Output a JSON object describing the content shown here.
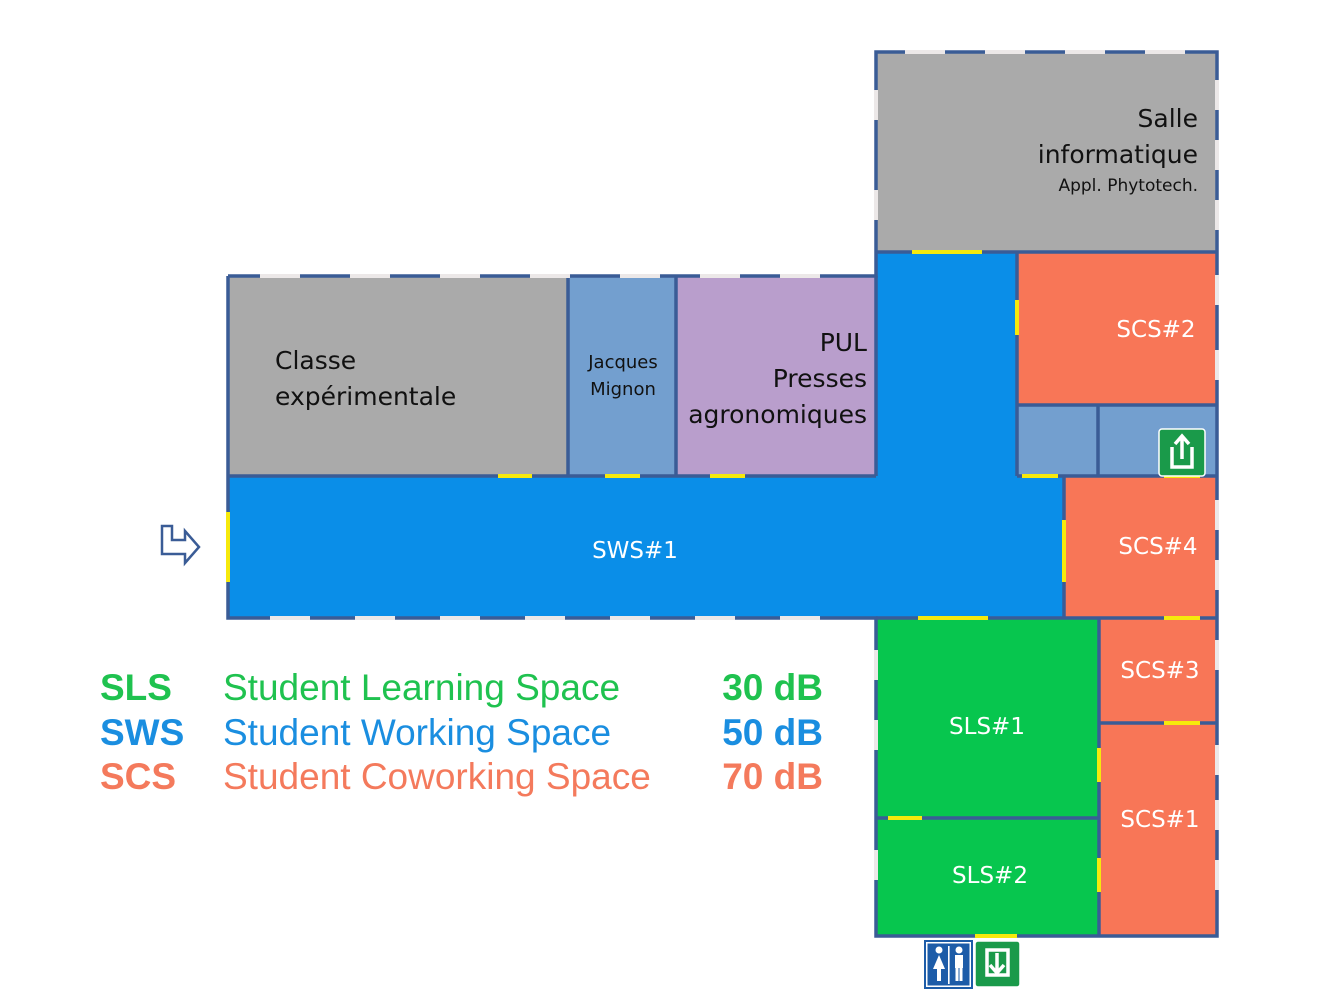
{
  "colors": {
    "wall": "#3a5c96",
    "window": "#ece8e8",
    "door": "#f6e90c",
    "gray_room": "#aaaaaa",
    "office_blue": "#739fcf",
    "purple_room": "#b99ecc",
    "sws": "#0a8ee8",
    "scs": "#f87657",
    "sls": "#07c64e",
    "exit_green": "#1a9a4a",
    "wc_blue": "#1d5ca8"
  },
  "rooms": {
    "salle_informatique": {
      "line1": "Salle",
      "line2": "informatique",
      "line3": "Appl. Phytotech."
    },
    "classe": {
      "line1": "Classe",
      "line2": "expérimentale"
    },
    "jacques": {
      "line1": "Jacques",
      "line2": "Mignon"
    },
    "pul": {
      "line1": "PUL",
      "line2": "Presses",
      "line3": "agronomiques"
    },
    "sws1": "SWS#1",
    "scs2": "SCS#2",
    "scs4": "SCS#4",
    "scs3": "SCS#3",
    "scs1": "SCS#1",
    "sls1": "SLS#1",
    "sls2": "SLS#2"
  },
  "legend": [
    {
      "code": "SLS",
      "name": "Student Learning Space",
      "level": "30 dB",
      "color": "#1fc24f"
    },
    {
      "code": "SWS",
      "name": "Student Working Space",
      "level": "50 dB",
      "color": "#1a8ee0"
    },
    {
      "code": "SCS",
      "name": "Student Coworking Space",
      "level": "70 dB",
      "color": "#f47a5c"
    }
  ],
  "icons": {
    "entrance": "entrance-arrow-icon",
    "exit_upper": "emergency-exit-icon",
    "exit_bottom": "emergency-exit-down-icon",
    "restroom": "restroom-icon"
  }
}
